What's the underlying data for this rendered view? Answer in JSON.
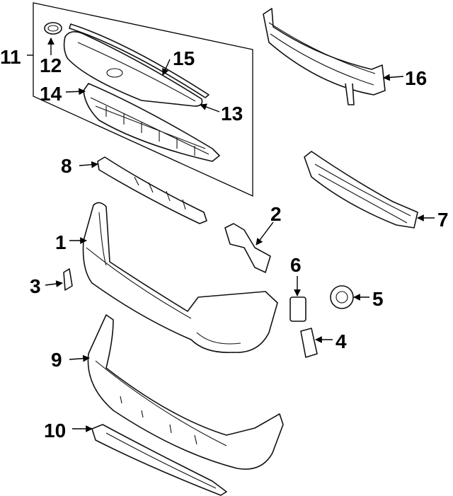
{
  "diagram": {
    "callouts": {
      "c1": "1",
      "c2": "2",
      "c3": "3",
      "c4": "4",
      "c5": "5",
      "c6": "6",
      "c7": "7",
      "c8": "8",
      "c9": "9",
      "c10": "10",
      "c11": "11",
      "c12": "12",
      "c13": "13",
      "c14": "14",
      "c15": "15",
      "c16": "16"
    },
    "colors": {
      "ink": "#000000",
      "paper": "#ffffff"
    }
  }
}
